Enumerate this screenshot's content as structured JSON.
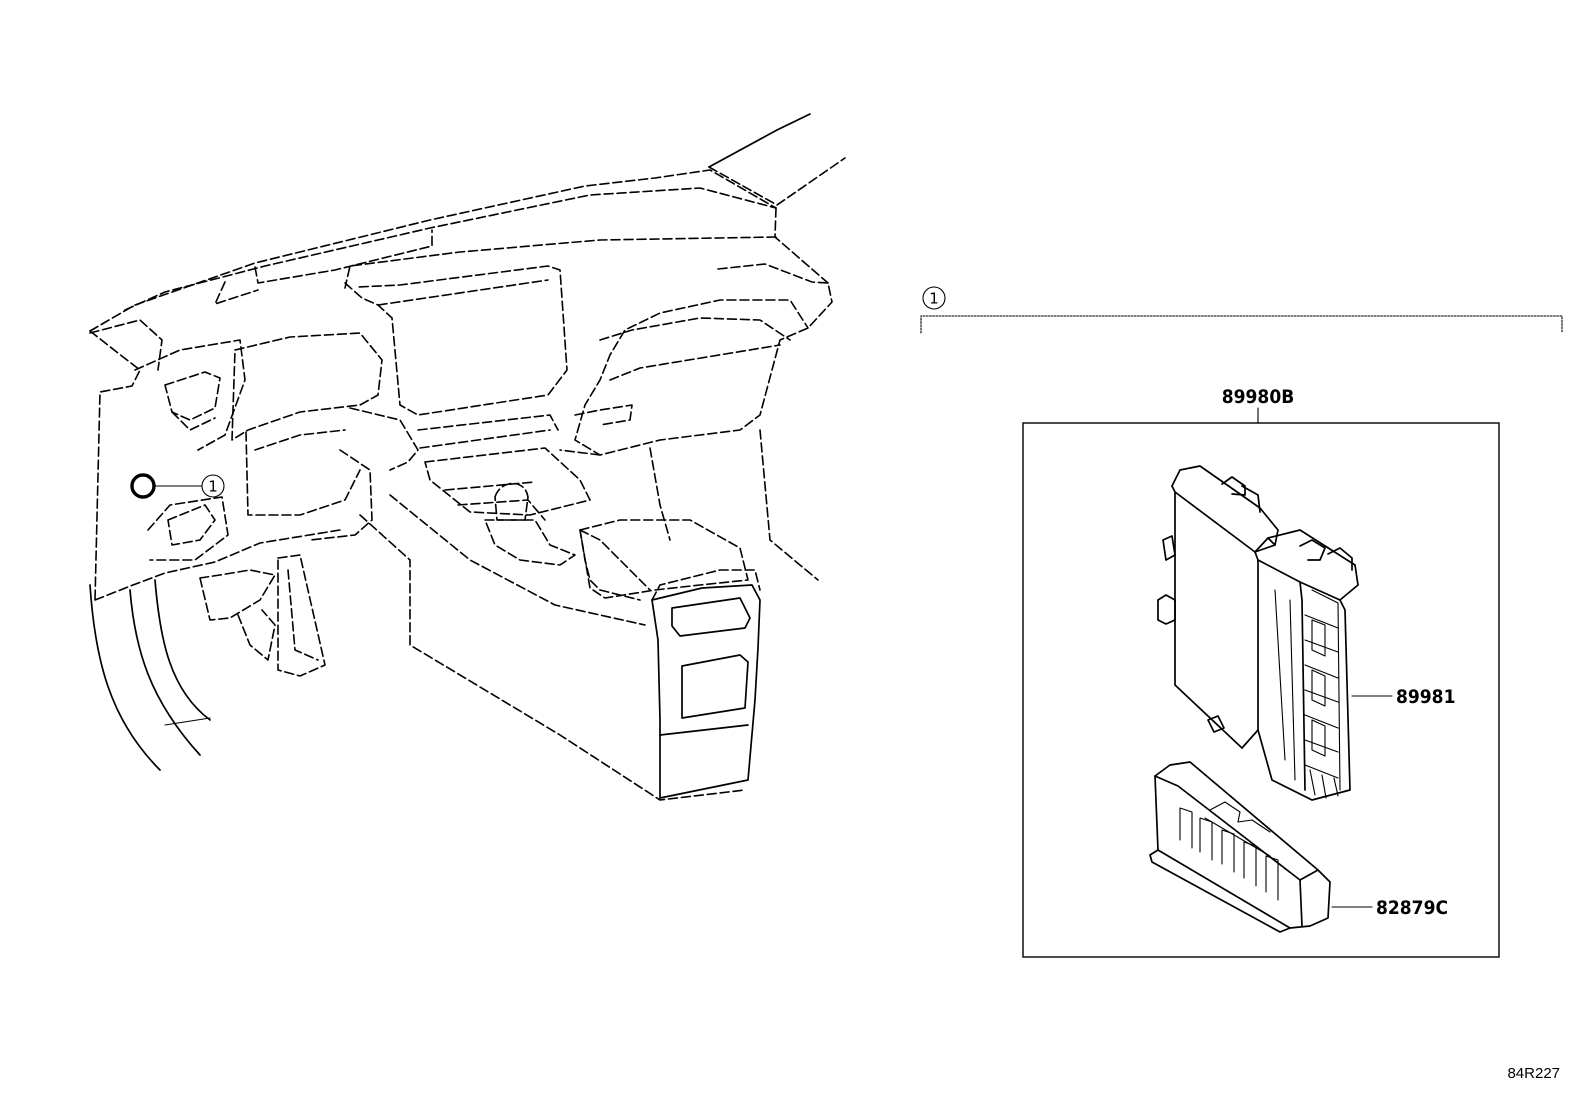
{
  "callouts": {
    "ref_number": "1"
  },
  "parts": {
    "assembly": "89980B",
    "ecu": "89981",
    "cover": "82879C"
  },
  "diagram_code": "84R227"
}
